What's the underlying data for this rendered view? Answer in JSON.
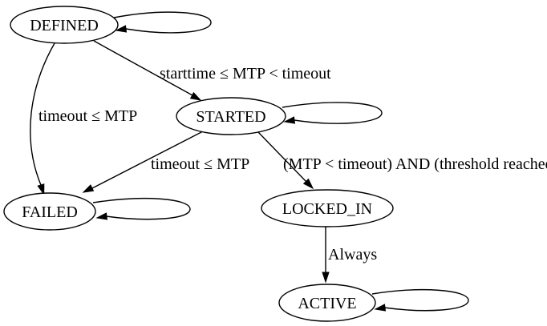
{
  "diagram": {
    "type": "state-machine-graph",
    "background_color": "#ffffff",
    "stroke_color": "#000000",
    "text_color": "#000000",
    "nodes": [
      {
        "id": "defined",
        "label": "DEFINED",
        "self_transition": true
      },
      {
        "id": "started",
        "label": "STARTED",
        "self_transition": true
      },
      {
        "id": "failed",
        "label": "FAILED",
        "self_transition": true
      },
      {
        "id": "locked_in",
        "label": "LOCKED_IN",
        "self_transition": false
      },
      {
        "id": "active",
        "label": "ACTIVE",
        "self_transition": true
      }
    ],
    "edges": [
      {
        "from": "DEFINED",
        "to": "STARTED",
        "label": "starttime ≤ MTP < timeout"
      },
      {
        "from": "DEFINED",
        "to": "FAILED",
        "label": "timeout ≤ MTP"
      },
      {
        "from": "STARTED",
        "to": "FAILED",
        "label": "timeout ≤ MTP"
      },
      {
        "from": "STARTED",
        "to": "LOCKED_IN",
        "label": "(MTP < timeout) AND (threshold reached)"
      },
      {
        "from": "LOCKED_IN",
        "to": "ACTIVE",
        "label": "Always"
      }
    ]
  }
}
